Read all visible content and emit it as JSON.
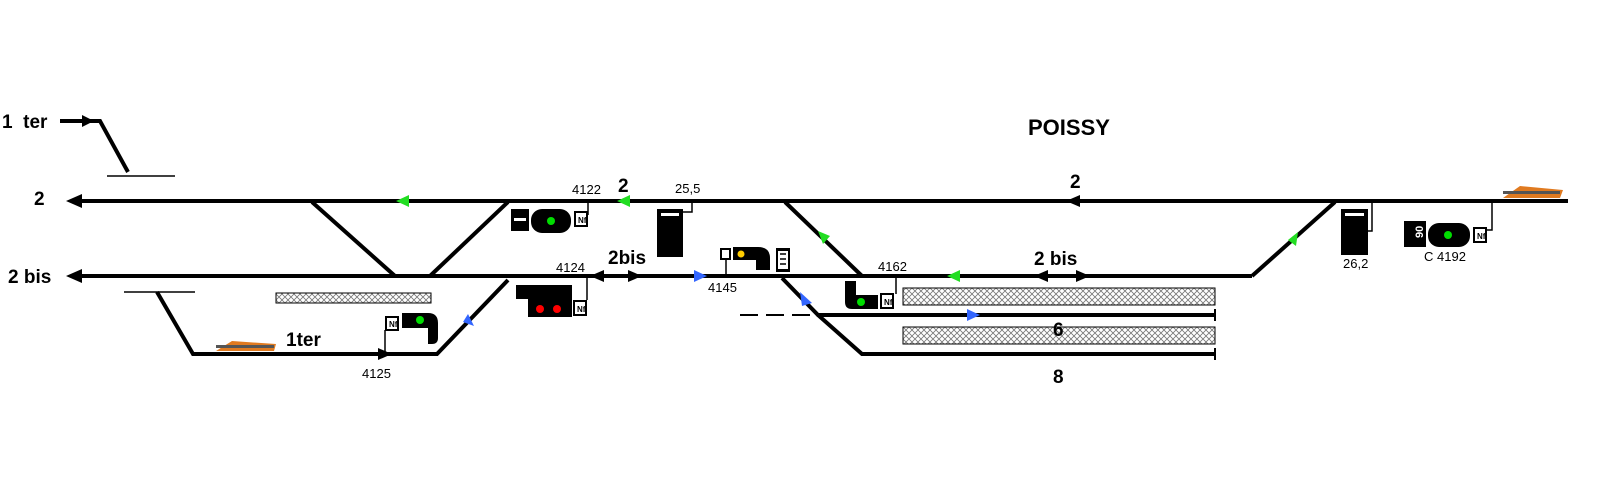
{
  "station": {
    "name": "POISSY"
  },
  "tracks": {
    "t1ter_left": "1  ter",
    "t2_left": "2",
    "t2bis_left": "2 bis",
    "t1ter_mid": "1ter",
    "t2_mid": "2",
    "t2_right": "2",
    "t2bis_mid": "2bis",
    "t2bis_right": "2 bis",
    "t6": "6",
    "t8": "8"
  },
  "signals": {
    "s4122": "4122",
    "s4124": "4124",
    "s4125": "4125",
    "s4145": "4145",
    "s4162": "4162",
    "c4192": "C 4192"
  },
  "kilometer_posts": {
    "k25_5": "25,5",
    "k26_2": "26,2"
  },
  "speed_board": "90",
  "colors": {
    "track": "#000000",
    "green_light": "#00dd00",
    "red_light": "#ff0000",
    "yellow_light": "#ffcc00",
    "green_arrow": "#22dd22",
    "blue_arrow": "#3366ff",
    "train": "#e07a20"
  }
}
